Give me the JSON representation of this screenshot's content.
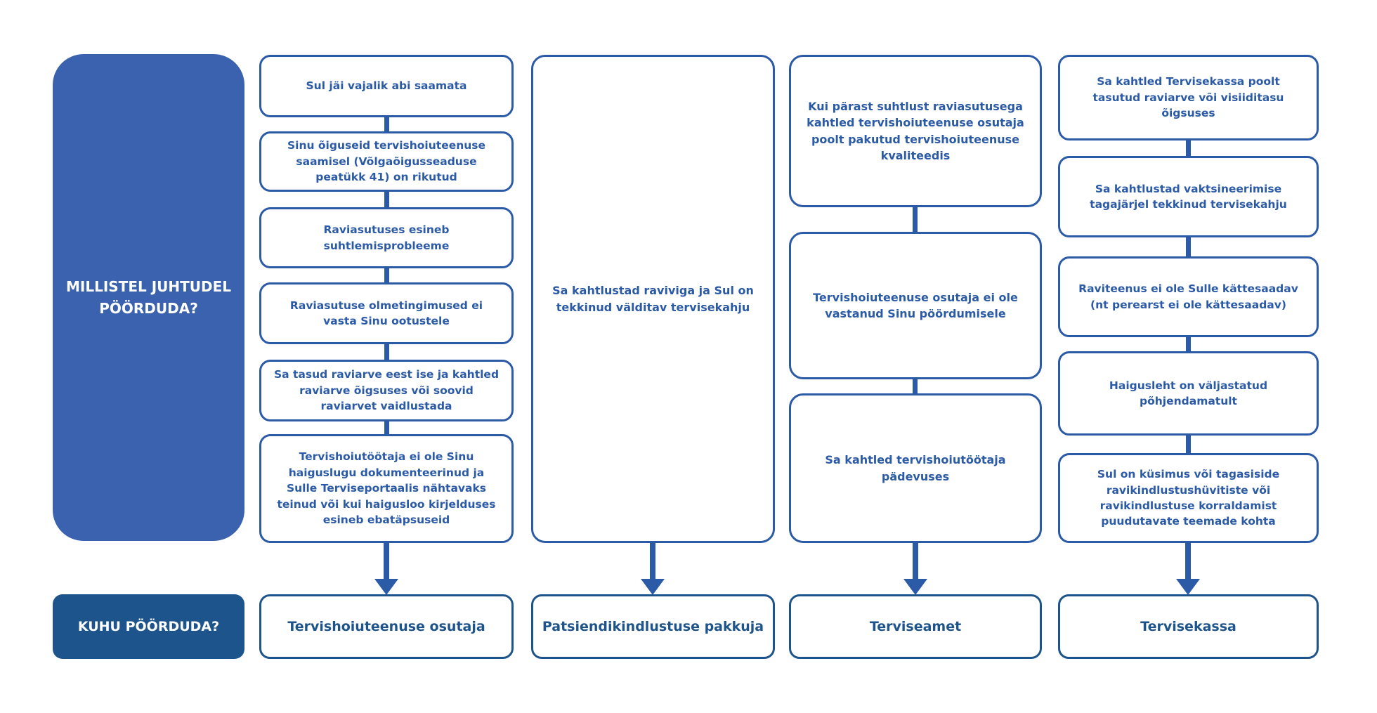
{
  "diagram": {
    "row_headers": {
      "cases": "MILLISTEL JUHTUDEL PÖÖRDUDA?",
      "where": "KUHU PÖÖRDUDA?"
    },
    "columns": [
      {
        "destination": "Tervishoiuteenuse osutaja",
        "cases": [
          "Sul jäi vajalik abi saamata",
          "Sinu õiguseid tervishoiuteenuse saamisel (Võlgaõigusseaduse peatükk 41) on rikutud",
          "Raviasutuses esineb suhtlemisprobleeme",
          "Raviasutuse olmetingimused ei vasta Sinu ootustele",
          "Sa tasud raviarve eest ise ja kahtled raviarve õigsuses või soovid raviarvet vaidlustada",
          "Tervishoiutöötaja ei ole Sinu haiguslugu dokumenteerinud ja Sulle Terviseportaalis nähtavaks teinud või kui haigusloo kirjelduses esineb ebatäpsuseid"
        ]
      },
      {
        "destination": "Patsiendikindlustuse pakkuja",
        "cases": [
          "Sa kahtlustad raviviga ja Sul on tekkinud välditav tervisekahju"
        ]
      },
      {
        "destination": "Terviseamet",
        "cases": [
          "Kui pärast suhtlust raviasutusega kahtled tervishoiuteenuse osutaja poolt pakutud tervishoiuteenuse kvaliteedis",
          "Tervishoiuteenuse osutaja ei ole vastanud Sinu pöördumisele",
          "Sa kahtled tervishoiutöötaja pädevuses"
        ]
      },
      {
        "destination": "Tervisekassa",
        "cases": [
          "Sa kahtled Tervisekassa poolt tasutud raviarve või visiiditasu õigsuses",
          "Sa kahtlustad vaktsineerimise tagajärjel tekkinud tervisekahju",
          "Raviteenus ei ole Sulle kättesaadav (nt perearst ei ole kättesaadav)",
          "Haigusleht on väljastatud põhjendamatult",
          "Sul on küsimus või tagasiside ravikindlustushüvitiste või ravikindlustuse korraldamist puudutavate teemade kohta"
        ]
      }
    ],
    "colors": {
      "header_fill": "#3a62ae",
      "where_fill": "#1e548c",
      "outline_blue": "#2b5aa6",
      "background": "#ffffff"
    }
  }
}
